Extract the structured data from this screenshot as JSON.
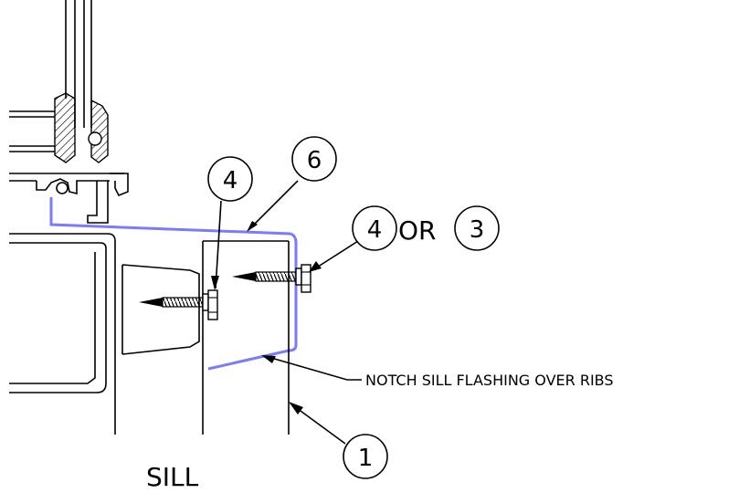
{
  "callouts": {
    "balloon_6": "6",
    "balloon_4_left": "4",
    "balloon_4_right": "4",
    "or_text": "OR",
    "balloon_3": "3",
    "balloon_1": "1"
  },
  "note": "NOTCH SILL FLASHING OVER RIBS",
  "section_title": "SILL",
  "colors": {
    "flashing": "#7b7bff",
    "line": "#000000"
  }
}
